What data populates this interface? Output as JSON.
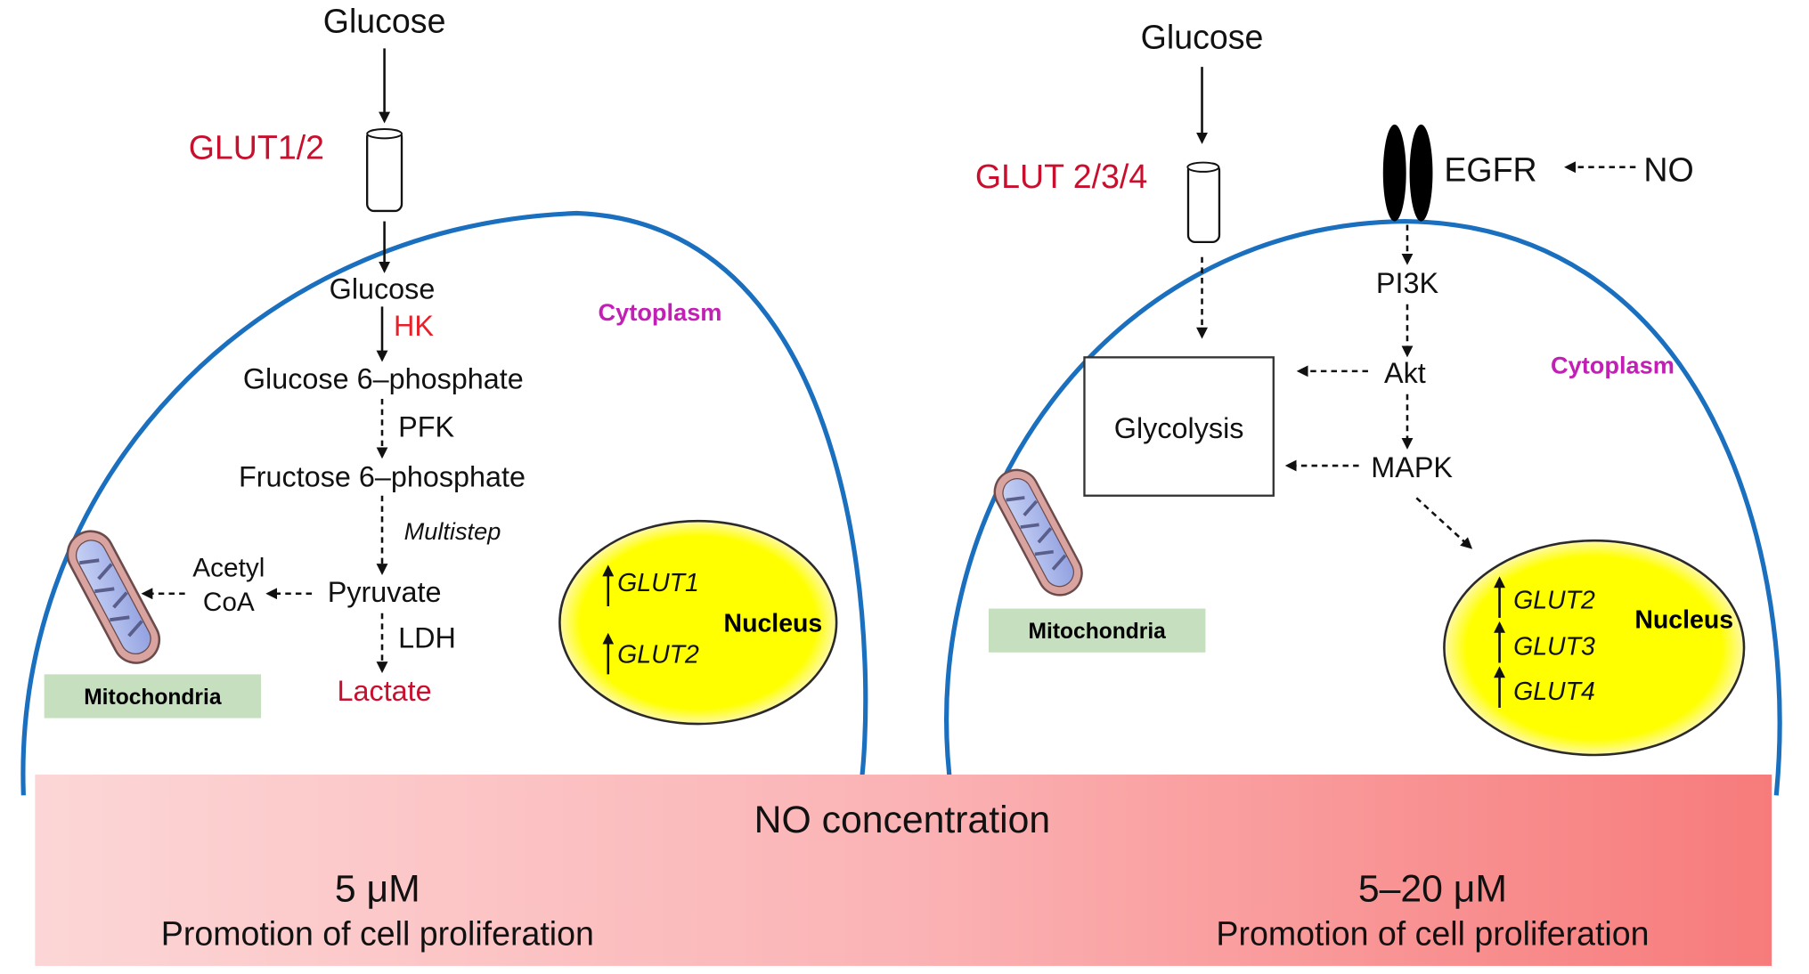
{
  "left_panel": {
    "glucose_outside": "Glucose",
    "transporter_label": "GLUT1/2",
    "glucose_inside": "Glucose",
    "enzyme_hk": "HK",
    "g6p": "Glucose 6–phosphate",
    "enzyme_pfk": "PFK",
    "f6p": "Fructose 6–phosphate",
    "multistep": "Multistep",
    "pyruvate": "Pyruvate",
    "acetyl_line1": "Acetyl",
    "acetyl_line2": "CoA",
    "enzyme_ldh": "LDH",
    "lactate": "Lactate",
    "cytoplasm": "Cytoplasm",
    "mitochondria": "Mitochondria",
    "nucleus": {
      "label": "Nucleus",
      "genes": [
        "GLUT1",
        "GLUT2"
      ]
    }
  },
  "right_panel": {
    "glucose_outside": "Glucose",
    "transporter_label": "GLUT 2/3/4",
    "receptor": "EGFR",
    "stimulus": "NO",
    "pi3k": "PI3K",
    "akt": "Akt",
    "mapk": "MAPK",
    "glycolysis": "Glycolysis",
    "cytoplasm": "Cytoplasm",
    "mitochondria": "Mitochondria",
    "nucleus": {
      "label": "Nucleus",
      "genes": [
        "GLUT2",
        "GLUT3",
        "GLUT4"
      ]
    }
  },
  "banner": {
    "title": "NO concentration",
    "left_value": "5 μM",
    "left_effect": "Promotion of cell proliferation",
    "right_value": "5–20 μM",
    "right_effect": "Promotion of cell proliferation"
  },
  "colors": {
    "membrane": "#1a6fbf",
    "transporter_label": "#c8102e",
    "cytoplasm_label": "#c21fb4",
    "nucleus_fill": "#ffff00",
    "mitochondria_label_bg": "#c5dfbf",
    "banner_start": "#fcd6d6",
    "banner_end": "#f77b7b"
  }
}
